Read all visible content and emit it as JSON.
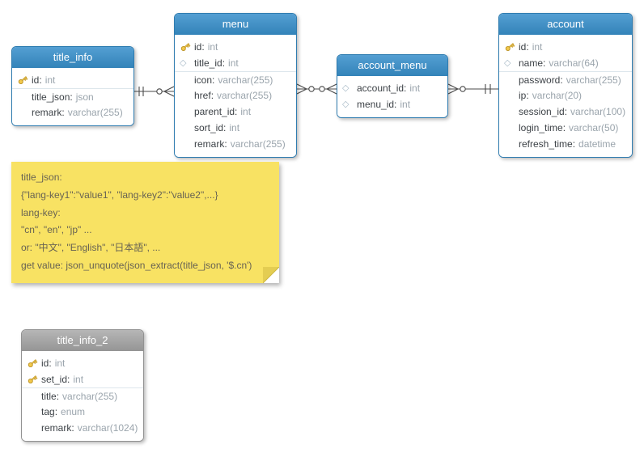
{
  "colors": {
    "table_header_blue": "#3d8cc3",
    "table_header_gray": "#9c9c9c",
    "note_bg": "#f8e263",
    "field_name_text": "#3d4247",
    "field_type_text": "#9aa4ac",
    "key_icon_gold": "#f2c94c"
  },
  "icons": {
    "fk_diamond_glyph": "◇"
  },
  "tables": {
    "title_info": {
      "title": "title_info",
      "fields": [
        {
          "icon": "key-icon",
          "name": "id",
          "type": "int"
        },
        {
          "icon": "none",
          "name": "title_json",
          "type": "json"
        },
        {
          "icon": "none",
          "name": "remark",
          "type": "varchar(255)"
        }
      ]
    },
    "menu": {
      "title": "menu",
      "fields": [
        {
          "icon": "key-icon",
          "name": "id",
          "type": "int"
        },
        {
          "icon": "fk-diamond-icon",
          "name": "title_id",
          "type": "int"
        },
        {
          "icon": "none",
          "name": "icon",
          "type": "varchar(255)"
        },
        {
          "icon": "none",
          "name": "href",
          "type": "varchar(255)"
        },
        {
          "icon": "none",
          "name": "parent_id",
          "type": "int"
        },
        {
          "icon": "none",
          "name": "sort_id",
          "type": "int"
        },
        {
          "icon": "none",
          "name": "remark",
          "type": "varchar(255)"
        }
      ]
    },
    "account_menu": {
      "title": "account_menu",
      "fields": [
        {
          "icon": "fk-diamond-icon",
          "name": "account_id",
          "type": "int"
        },
        {
          "icon": "fk-diamond-icon",
          "name": "menu_id",
          "type": "int"
        }
      ]
    },
    "account": {
      "title": "account",
      "fields": [
        {
          "icon": "key-icon",
          "name": "id",
          "type": "int"
        },
        {
          "icon": "fk-diamond-icon",
          "name": "name",
          "type": "varchar(64)"
        },
        {
          "icon": "none",
          "name": "password",
          "type": "varchar(255)"
        },
        {
          "icon": "none",
          "name": "ip",
          "type": "varchar(20)"
        },
        {
          "icon": "none",
          "name": "session_id",
          "type": "varchar(100)"
        },
        {
          "icon": "none",
          "name": "login_time",
          "type": "varchar(50)"
        },
        {
          "icon": "none",
          "name": "refresh_time",
          "type": "datetime"
        }
      ]
    },
    "title_info_2": {
      "title": "title_info_2",
      "fields": [
        {
          "icon": "key-icon",
          "name": "id",
          "type": "int"
        },
        {
          "icon": "key-icon",
          "name": "set_id",
          "type": "int"
        },
        {
          "icon": "none",
          "name": "title",
          "type": "varchar(255)"
        },
        {
          "icon": "none",
          "name": "tag",
          "type": "enum"
        },
        {
          "icon": "none",
          "name": "remark",
          "type": "varchar(1024)"
        }
      ]
    }
  },
  "note": {
    "lines": [
      "title_json:",
      "{\"lang-key1\":\"value1\", \"lang-key2\":\"value2\",...}",
      "lang-key:",
      "\"cn\", \"en\", \"jp\" ...",
      "or: \"中文\", \"English\", \"日本語\", ...",
      "get value: json_unquote(json_extract(title_json, '$.cn')"
    ]
  }
}
